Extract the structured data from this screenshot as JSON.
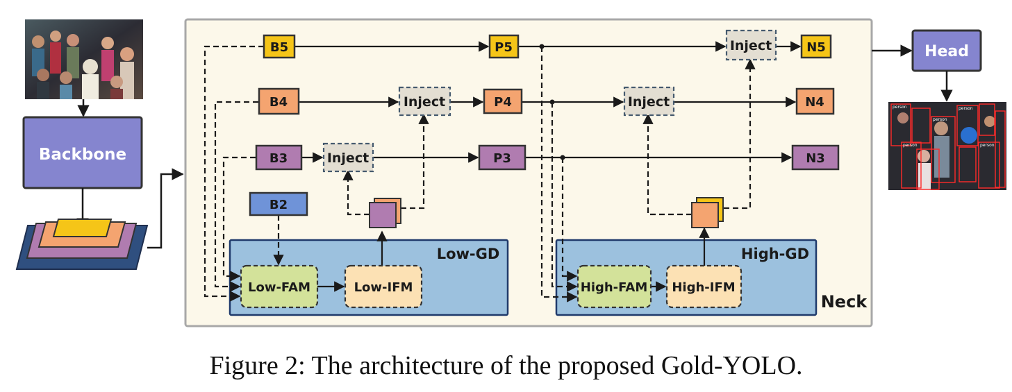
{
  "figure": {
    "caption": "Figure 2: The architecture of the proposed Gold-YOLO.",
    "input_image_desc": "crowd photo",
    "output_image_desc": "crowd photo with person detections"
  },
  "nodes": {
    "backbone": "Backbone",
    "head": "Head",
    "neck": "Neck",
    "b5": "B5",
    "b4": "B4",
    "b3": "B3",
    "b2": "B2",
    "p5": "P5",
    "p4": "P4",
    "p3": "P3",
    "n5": "N5",
    "n4": "N4",
    "n3": "N3",
    "inject": "Inject",
    "low_gd": "Low-GD",
    "high_gd": "High-GD",
    "low_fam": "Low-FAM",
    "low_ifm": "Low-IFM",
    "high_fam": "High-FAM",
    "high_ifm": "High-IFM"
  },
  "detection_label": "person",
  "colors": {
    "yellow": "#F5C518",
    "orange": "#F4A470",
    "purple": "#B07CB0",
    "blue": "#6F93D8",
    "backbone": "#8585CF",
    "inject": "#E3DED2",
    "neck_bg": "#FCF8EA",
    "gd_bg": "#9CC1DE",
    "fam": "#D3E29A",
    "ifm": "#FCE1B4",
    "detect": "#FF2A2A"
  }
}
